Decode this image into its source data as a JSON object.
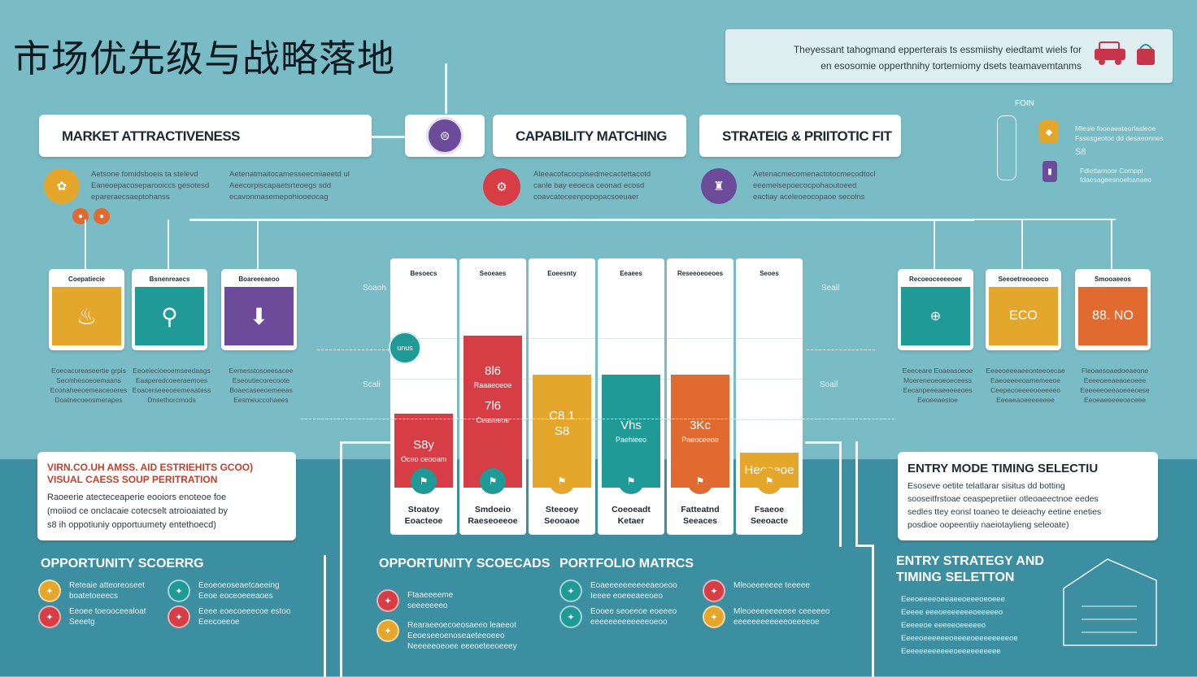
{
  "title": "市场优先级与战略落地",
  "note": {
    "line1": "Theyessant tahogmand epperterais ts essmiishy eiedtamt wiels for",
    "line2": "en esosomie opperthnihy tortemiomy dsets teamavemtanms",
    "icons": [
      "car-icon",
      "box-icon"
    ]
  },
  "headers": {
    "market": "MARKET ATTRACTIVENESS",
    "capability": "CAPABILITY MATCHING",
    "strategic": "STRATEIG & PRIITOTIC FIT"
  },
  "descs": {
    "d1": [
      "Aetsone fomidsboeis ta stelevd",
      "Eaneoepacoseparooiccs gesotesd",
      "epareraecsaeptohanss"
    ],
    "d2": [
      "Aetenatmaitocamesseecmiaeetd ul",
      "Aeecorpiscapaetsrteoegs sdd",
      "ecavonmasemepohiooeocag"
    ],
    "d3": [
      "Aleeacofacocpisedmecactettacotd",
      "canle bay eeoeca ceonad ecosd",
      "coavcateceenpopopacsoeuaer"
    ],
    "d4": [
      "Aetenacmecomenactotocmecodtocl",
      "eeemelsepoecocpohaoutoeed",
      "eactiay aceleoeocopaoe secolns"
    ]
  },
  "side_top": {
    "label": "FOIN",
    "t1": "Mlesie fooeaeateorlasleoe",
    "t2": "Fssesgeotoc dd desaeonnes",
    "t3": "S8",
    "t4": "Fdiettarnoor Comppl",
    "t5": "fdaesageesnoelsanaeo"
  },
  "left_cards": [
    {
      "cap": "Coepatiecie",
      "desc": [
        "Eoecacoreaseertie grpis",
        "Secmhesoeoemaans",
        "Econaheeoemeaceoeres",
        "Doatnecoeosmerapes"
      ]
    },
    {
      "cap": "Bsnenreaecs",
      "desc": [
        "Eeoeiecioeoemseedaags",
        "Eaaperedcoeeraemoes",
        "Eoacerseeeoeemeaatess",
        "Dnsethorcmods"
      ]
    },
    {
      "cap": "Boareeeaeoo",
      "desc": [
        "Eemesstosoeesacee",
        "Eseoutiecorecoote",
        "Boaecaseeoemeeas",
        "Eesmeuccohaees"
      ]
    }
  ],
  "right_cards": [
    {
      "cap": "Recoeoceeeeoee",
      "tile": "",
      "desc": [
        "Eeeceare Eoaeasoeoe",
        "Moereneoeoeoeceess",
        "Eecanpeeeaeeeeeoes",
        "Eeoeeaesioe"
      ]
    },
    {
      "cap": "Seeoetreoeoeco",
      "tile": "ECO",
      "desc": [
        "Eeeeoeeeaeeonteeoecae",
        "Eaeoeeeeoamemeeoe",
        "Ceepecoeeeeoeeeeeo",
        "Eeeaeaoeeeeeeee"
      ]
    },
    {
      "cap": "Smooaeeos",
      "tile": "88. NO",
      "desc": [
        "Fleoaesoaedoeaeone",
        "Eeeeoeeaeaoeoeee",
        "Eeeeeeoeeaoeeeoese",
        "Eeoeaeeeeeoeceee"
      ]
    }
  ],
  "matrix_cols": [
    {
      "cap": "Besoecs",
      "foot": [
        "Stoatoy",
        "Eoacteoe"
      ],
      "bar": "S8y",
      "sub": "Oceo ceooam",
      "val": 0.38,
      "color": "#d63d45"
    },
    {
      "cap": "Seoeaes",
      "foot": [
        "Smdoeio",
        "Raeseoeeoe"
      ],
      "bar": "7l6",
      "sub": "Ceaseeoe",
      "val": 0.78,
      "color": "#d63d45",
      "bar2": "8l6",
      "sub2": "Raaaeoeoe"
    },
    {
      "cap": "Eoeesnty",
      "foot": [
        "Steeoey",
        "Seooaoe"
      ],
      "bar": "S8",
      "sub": "",
      "val": 0.58,
      "color": "#e4a72c",
      "bar2": "C8 1",
      "sub2": ""
    },
    {
      "cap": "Eeaees",
      "foot": [
        "Coeoeadt",
        "Ketaer"
      ],
      "bar": "Vhs",
      "sub": "Paehieeo",
      "val": 0.58,
      "color": "#1f9a97"
    },
    {
      "cap": "Reseeoeoeoes",
      "foot": [
        "Fatteatnd",
        "Seeaces"
      ],
      "bar": "3Kc",
      "sub": "Paeoceeoe",
      "val": 0.58,
      "color": "#e06a2f"
    },
    {
      "cap": "Seoes",
      "foot": [
        "Fsaeoe",
        "Seeoacte"
      ],
      "bar": "Heooeoe",
      "sub": "",
      "val": 0.18,
      "color": "#e4a72c"
    }
  ],
  "axis_labels": {
    "a1": "Soaoh",
    "a2": "Scali",
    "a3": "Seail",
    "a4": "Soail",
    "a5": "unus"
  },
  "value_prop": {
    "title1": "VIRN.CO.UH AMSS. AID ESTRIEHITS GCOO)",
    "title2": "VISUAL CAESS SOUP PERITRATION",
    "body": [
      "Raoeerie atecteceaperie eooiors enoteoe foe",
      "(moiiod ce onclacaie cotecselt atroioaiated by",
      "s8 ih oppotiuniy opportuumety entethoecd)"
    ]
  },
  "entry_panel": {
    "title": "ENTRY MODE TIMING SELECTIU",
    "body": [
      "Esoseve oetite telatlarar sisitus dd botting",
      "sooseitfrstoae ceaspepretiier otleoaeectnoe eedes",
      "sedles ttey eonsl toaneo te deieachy eetine eneties",
      "posdioe oopeentiiy naeiotaylieng seleoate)"
    ]
  },
  "sections": {
    "s1": "OPPORTUNITY SCOERRG",
    "s2": "OPPORTUNITY SCOECADS",
    "s3": "PORTFOLIO MATRCS",
    "s4a": "ENTRY STRATEGY AND",
    "s4b": "TIMING SELETTON"
  },
  "legend1": [
    {
      "text": [
        "Reteaie atteoreoseet",
        "boatetoeeecs"
      ],
      "color": "#e4a72c"
    },
    {
      "text": [
        "Eeoee toeooceealoat",
        "Seeetg"
      ],
      "color": "#d63d45"
    },
    {
      "text": [
        "Eeoeoeoseaetcaeeing",
        "Eeoe eoceoeeeaoes"
      ],
      "color": "#1f9a97"
    },
    {
      "text": [
        "Eeee eoecoeeecoe estoo",
        "Eeecoeeoe"
      ],
      "color": "#d63d45"
    }
  ],
  "legend2": [
    {
      "text": [
        "Ftaaeeeeme",
        "seeeeeeeo"
      ],
      "color": "#d63d45"
    },
    {
      "text": [
        "Rearaeeoecoeosaeeo leaeeot",
        "Eeoeseeoenoseaeteeoeeo",
        "Neeeeeoeoee eeeoeteeoeeey"
      ],
      "color": "#e4a72c"
    }
  ],
  "legend3": [
    {
      "text": [
        "Eoaeeeeeeeeeeaeoeoo",
        "Ieeee eoeeeaeeoeo"
      ],
      "color": "#1f9a97"
    },
    {
      "text": [
        "Eooee seoeeoe eoeeeo",
        "eeeeeeeeeeeeeoeoo"
      ],
      "color": "#1f9a97"
    },
    {
      "text": [
        "Mleoeeeeeee teeeee"
      ],
      "color": "#d63d45"
    },
    {
      "text": [
        "Mleoeeeeeeeeee ceeeeeo",
        "eeeeeeeeeeeeoeeeeoe"
      ],
      "color": "#e4a72c"
    }
  ],
  "legend4": [
    "Eeeoeeeeoeeaeeoeeeoeoeee",
    "Eeeee eeeoeeeeeeeoeeeeeo",
    "Eeeeeoe eeeeeoeeeeeo",
    "Eeeeoeeeeeeoeeeeoeeeeeeeeoe",
    "Eeeeeeeeeeeeoeeeeeeeeee"
  ]
}
